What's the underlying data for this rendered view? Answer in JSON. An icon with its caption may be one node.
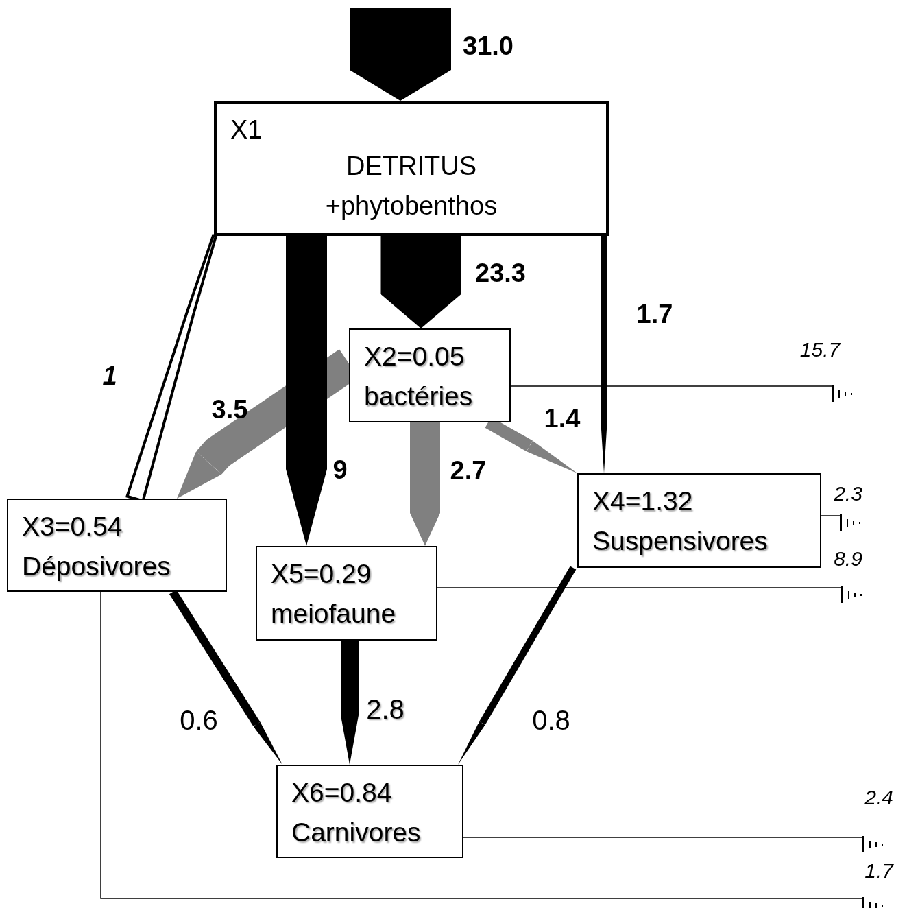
{
  "diagram": {
    "nodes": [
      {
        "text": [
          "X1",
          "DETRITUS +phytobenthos"
        ]
      },
      {
        "text": [
          "X2=0.05",
          "bactéries"
        ]
      },
      {
        "text": [
          "X3=0.54",
          "Déposivores"
        ]
      },
      {
        "text": [
          "X4=1.32",
          "Suspensivores"
        ]
      },
      {
        "text": [
          "X5=0.29",
          "meiofaune"
        ]
      },
      {
        "text": [
          "X6=0.84",
          "Carnivores"
        ]
      },
      {
        "text": [],
        "shape": "ground"
      },
      {
        "text": [],
        "shape": "ground"
      },
      {
        "text": [],
        "shape": "ground"
      },
      {
        "text": [],
        "shape": "ground"
      },
      {
        "text": [],
        "shape": "ground"
      }
    ],
    "edges": [
      {
        "from": null,
        "to": 0,
        "arrow": "to",
        "label": "31.0",
        "style": "thick"
      },
      {
        "from": 0,
        "to": 1,
        "arrow": "to",
        "label": "23.3",
        "style": "thick"
      },
      {
        "from": 0,
        "to": 2,
        "arrow": "none",
        "label": "1"
      },
      {
        "from": 0,
        "to": 4,
        "arrow": "to",
        "label": "9",
        "style": "thick"
      },
      {
        "from": 0,
        "to": 3,
        "arrow": "to",
        "label": "1.7"
      },
      {
        "from": 1,
        "to": 2,
        "arrow": "to",
        "label": "3.5",
        "style": "thick",
        "color": "#808080"
      },
      {
        "from": 1,
        "to": 4,
        "arrow": "to",
        "label": "2.7",
        "style": "thick",
        "color": "#808080"
      },
      {
        "from": 1,
        "to": 3,
        "arrow": "to",
        "label": "1.4",
        "color": "#808080"
      },
      {
        "from": 2,
        "to": 5,
        "arrow": "to",
        "label": "0.6"
      },
      {
        "from": 4,
        "to": 5,
        "arrow": "to",
        "label": "2.8",
        "style": "thick"
      },
      {
        "from": 3,
        "to": 5,
        "arrow": "to",
        "label": "0.8"
      },
      {
        "from": 1,
        "to": 6,
        "arrow": "none",
        "label": "15.7"
      },
      {
        "from": 3,
        "to": 7,
        "arrow": "none",
        "label": "2.3"
      },
      {
        "from": 4,
        "to": 8,
        "arrow": "none",
        "label": "8.9"
      },
      {
        "from": 5,
        "to": 9,
        "arrow": "none",
        "label": "2.4"
      },
      {
        "from": 2,
        "to": 10,
        "arrow": "none",
        "label": "1.7"
      }
    ]
  }
}
